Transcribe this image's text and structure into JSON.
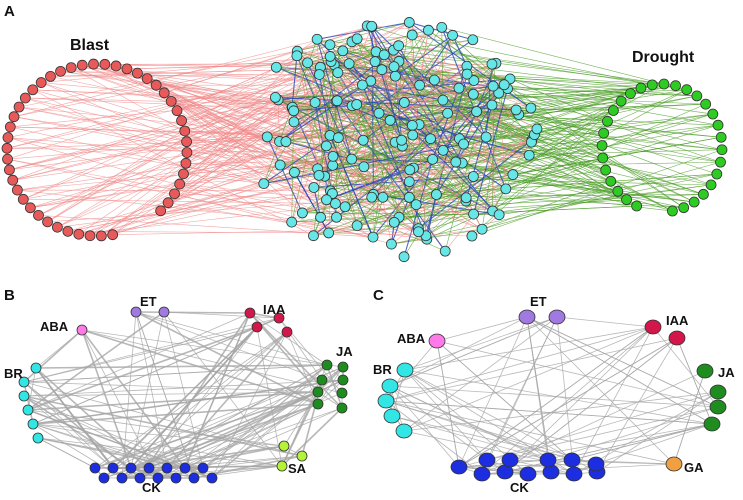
{
  "panels": [
    {
      "letter": "A",
      "left_group": "Blast",
      "right_group": "Drought"
    },
    {
      "letter": "B",
      "groups": [
        "ABA",
        "ET",
        "IAA",
        "JA",
        "BR",
        "SA",
        "CK"
      ]
    },
    {
      "letter": "C",
      "groups": [
        "ABA",
        "ET",
        "IAA",
        "JA",
        "BR",
        "GA",
        "CK"
      ]
    }
  ],
  "colors": {
    "blast": "#e85a5a",
    "blast_edge": "#f08a8a",
    "drought": "#2ecc23",
    "drought_edge": "#4f9f2a",
    "core": "#66e6e6",
    "core_edge_blue": "#2846b8",
    "aba": "#ff7ae8",
    "et": "#a07ae0",
    "iaa": "#d4174a",
    "ja": "#1f8c1f",
    "br": "#33e6e6",
    "sa": "#b5f23a",
    "ck": "#1c2ee0",
    "ga": "#f0a040",
    "hormone_edge": "#a6a6a6"
  }
}
